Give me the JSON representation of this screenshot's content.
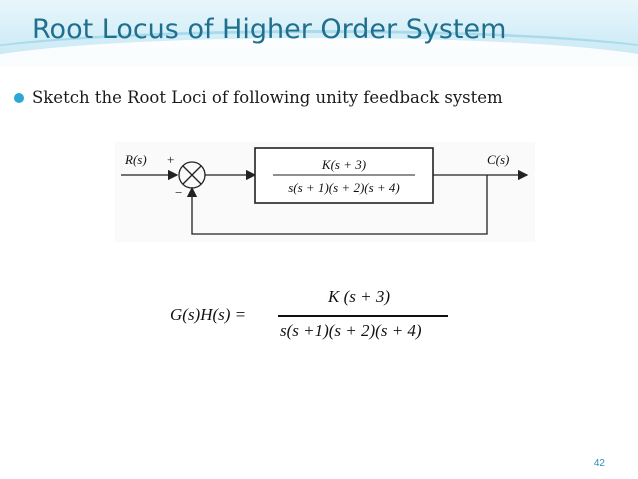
{
  "slide": {
    "title": "Root Locus of Higher Order System",
    "bullet": "Sketch the Root Loci of following unity feedback system",
    "page_number": "42"
  },
  "diagram": {
    "input_label": "R(s)",
    "output_label": "C(s)",
    "plus_sign": "+",
    "minus_sign": "−",
    "tf_numerator": "K(s + 3)",
    "tf_denominator": "s(s + 1)(s + 2)(s + 4)"
  },
  "equation": {
    "lhs": "G(s)H(s) =",
    "numerator": "K (s + 3)",
    "denominator": "s(s +1)(s + 2)(s + 4)"
  },
  "colors": {
    "title": "#1f6f8f",
    "bullet": "#2aa7d4",
    "page_number": "#2a8fb8"
  }
}
